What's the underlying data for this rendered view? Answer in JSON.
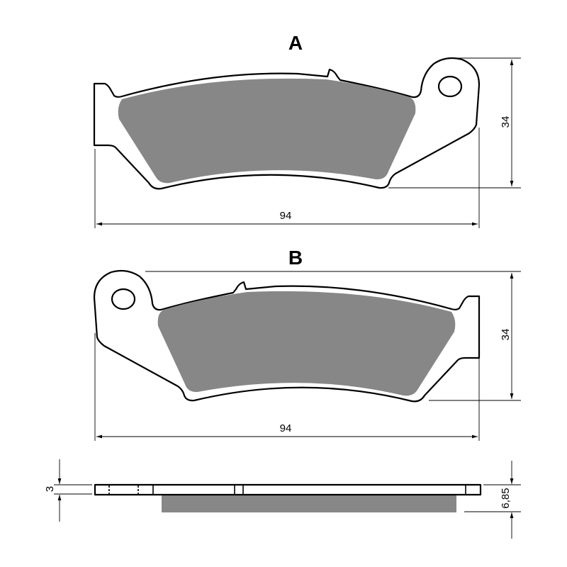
{
  "views": {
    "a": {
      "label": "A",
      "width": "94",
      "height": "34"
    },
    "b": {
      "label": "B",
      "width": "94",
      "height": "34"
    },
    "side": {
      "plate_thickness": "3",
      "total_thickness": "6,85"
    }
  },
  "colors": {
    "friction_material": "#878787",
    "outline": "#000000",
    "background": "#ffffff"
  }
}
